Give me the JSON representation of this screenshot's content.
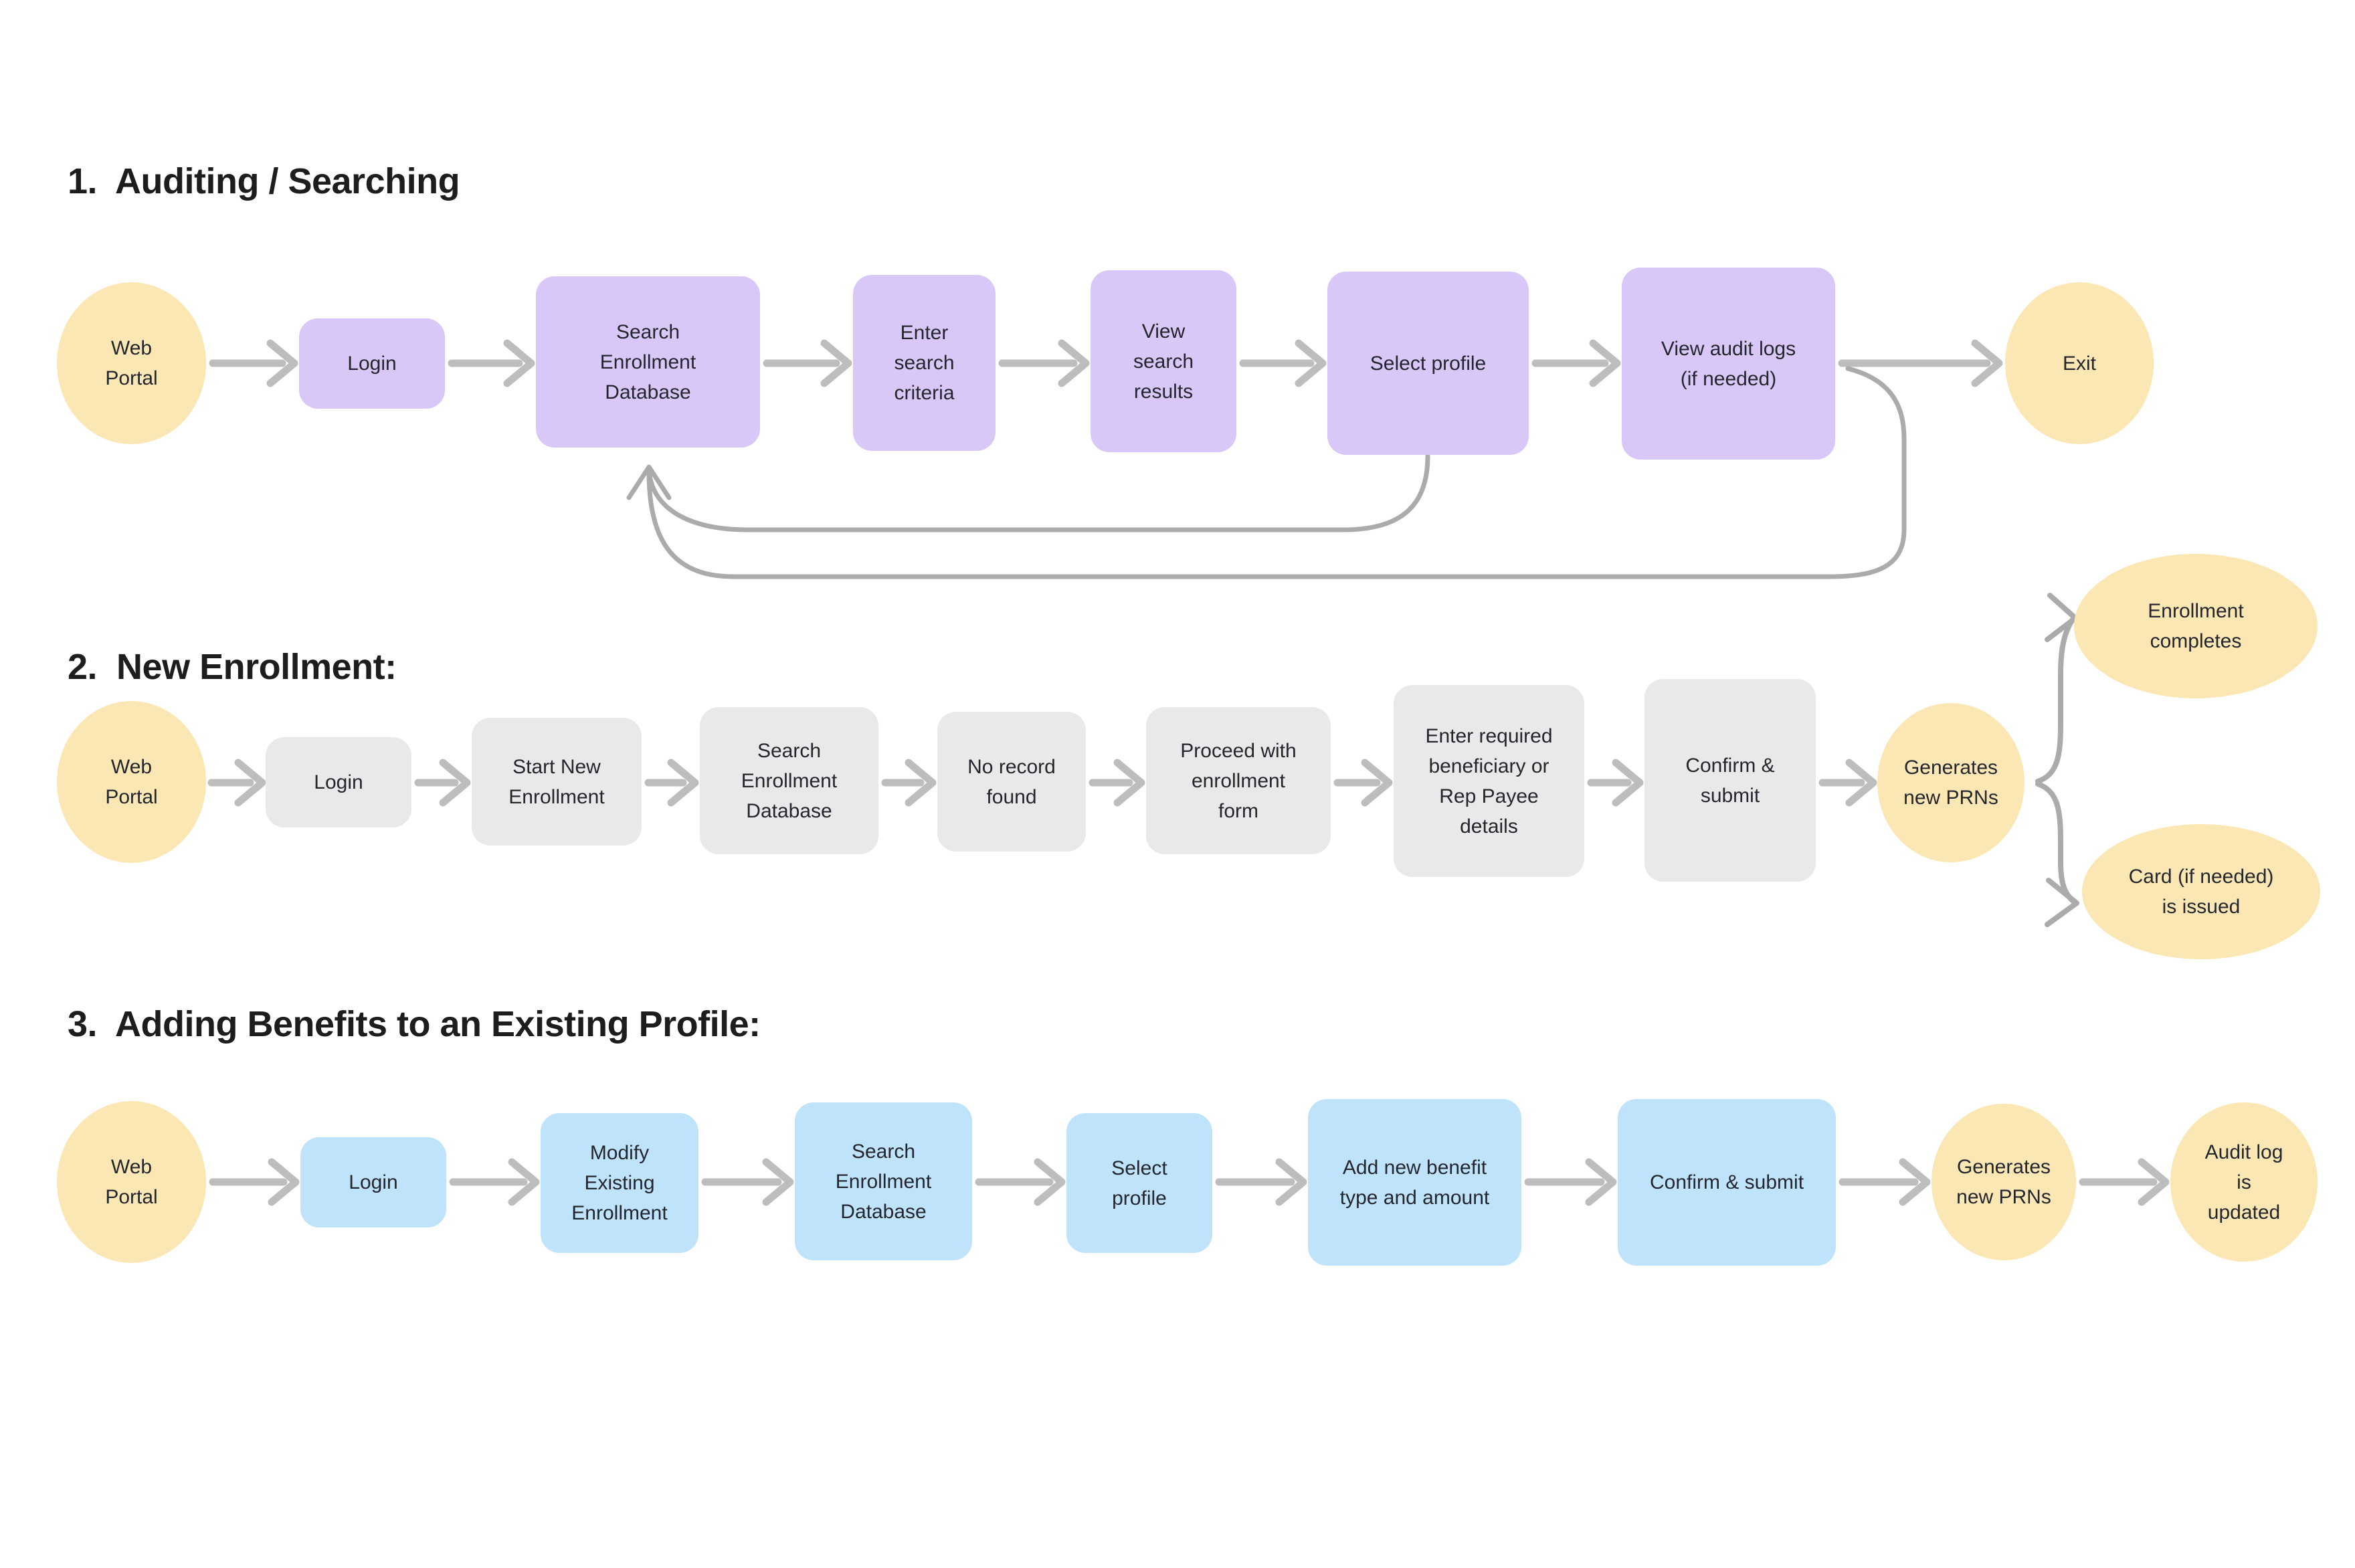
{
  "palette": {
    "auditing_node_fill": "#D9C8F7",
    "enrollment_node_fill": "#E9E9E9",
    "benefits_node_fill": "#BFE3FB",
    "terminal_fill": "#FBE7B4",
    "arrow_color": "#BDBDBD",
    "loop_color": "#ABABAB",
    "title_color": "#1D1D1F",
    "node_text_color": "#24262E"
  },
  "sections": [
    {
      "title": "1.  Auditing / Searching",
      "nodes": [
        {
          "label": "Web\nPortal"
        },
        {
          "label": "Login"
        },
        {
          "label": "Search\nEnrollment\nDatabase"
        },
        {
          "label": "Enter\nsearch\ncriteria"
        },
        {
          "label": "View\nsearch\nresults"
        },
        {
          "label": "Select profile"
        },
        {
          "label": "View audit logs\n(if needed)"
        },
        {
          "label": "Exit"
        }
      ]
    },
    {
      "title": "2.  New Enrollment:",
      "nodes": [
        {
          "label": "Web\nPortal"
        },
        {
          "label": "Login"
        },
        {
          "label": "Start New\nEnrollment"
        },
        {
          "label": "Search\nEnrollment\nDatabase"
        },
        {
          "label": "No record\nfound"
        },
        {
          "label": "Proceed with\nenrollment\nform"
        },
        {
          "label": "Enter required\nbeneficiary or\nRep Payee\ndetails"
        },
        {
          "label": "Confirm &\nsubmit"
        },
        {
          "label": "Generates\nnew PRNs"
        },
        {
          "label": "Enrollment\ncompletes"
        },
        {
          "label": "Card (if needed)\nis issued"
        }
      ]
    },
    {
      "title": "3.  Adding Benefits to an Existing Profile:",
      "nodes": [
        {
          "label": "Web\nPortal"
        },
        {
          "label": "Login"
        },
        {
          "label": "Modify\nExisting\nEnrollment"
        },
        {
          "label": "Search\nEnrollment\nDatabase"
        },
        {
          "label": "Select\nprofile"
        },
        {
          "label": "Add new benefit\ntype and amount"
        },
        {
          "label": "Confirm & submit"
        },
        {
          "label": "Generates\nnew PRNs"
        },
        {
          "label": "Audit log\nis\nupdated"
        }
      ]
    }
  ]
}
